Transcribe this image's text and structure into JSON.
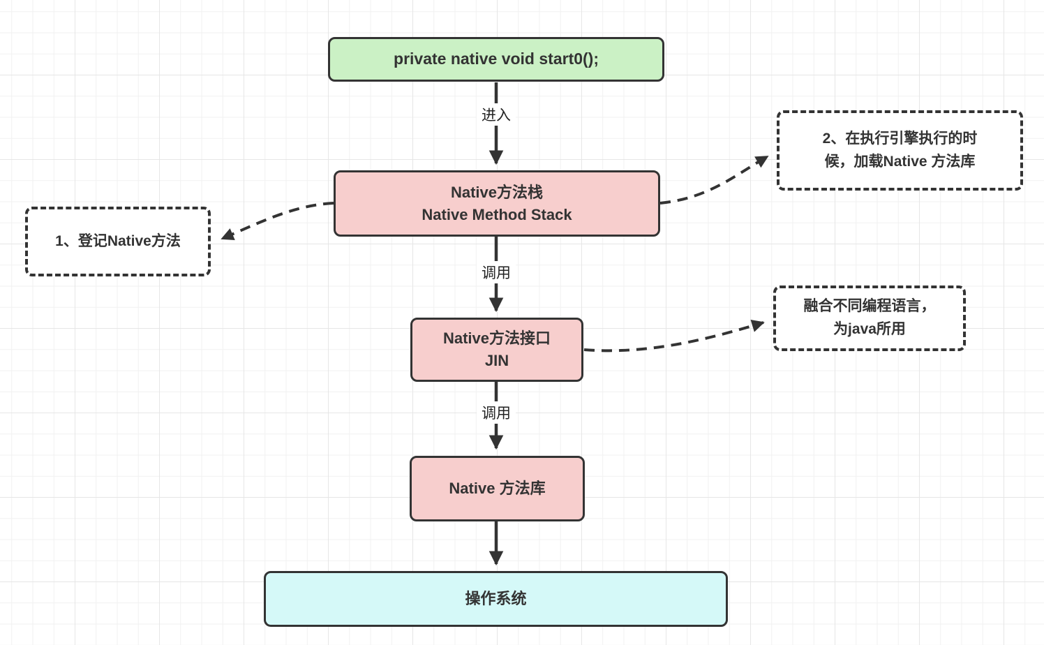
{
  "diagram": {
    "title_hint": "JVM Native Method Stack flow diagram",
    "nodes": {
      "start0": {
        "label": "private native void start0();"
      },
      "native_method_stack": {
        "line1": "Native方法栈",
        "line2": "Native Method Stack"
      },
      "jni": {
        "line1": "Native方法接口",
        "line2": "JIN"
      },
      "native_lib": {
        "label": "Native 方法库"
      },
      "os": {
        "label": "操作系统"
      },
      "note_register": {
        "label": "1、登记Native方法"
      },
      "note_load": {
        "line1": "2、在执行引擎执行的时",
        "line2": "候，加载Native 方法库"
      },
      "note_fusion": {
        "line1": "融合不同编程语言，",
        "line2": "为java所用"
      }
    },
    "edges": [
      {
        "from": "start0",
        "to": "native_method_stack",
        "label": "进入",
        "style": "solid"
      },
      {
        "from": "native_method_stack",
        "to": "jni",
        "label": "调用",
        "style": "solid"
      },
      {
        "from": "jni",
        "to": "native_lib",
        "label": "调用",
        "style": "solid"
      },
      {
        "from": "native_lib",
        "to": "os",
        "label": "",
        "style": "solid"
      },
      {
        "from": "native_method_stack",
        "to": "note_load",
        "label": "",
        "style": "dashed"
      },
      {
        "from": "native_method_stack",
        "to": "note_register",
        "label": "",
        "style": "dashed"
      },
      {
        "from": "jni",
        "to": "note_fusion",
        "label": "",
        "style": "dashed"
      }
    ],
    "colors": {
      "green_fill": "#cbf1c5",
      "pink_fill": "#f7cecd",
      "cyan_fill": "#d5f9f8",
      "stroke": "#333333",
      "grid_minor": "#f1f1f1",
      "grid_major": "#e6e6e6"
    }
  }
}
